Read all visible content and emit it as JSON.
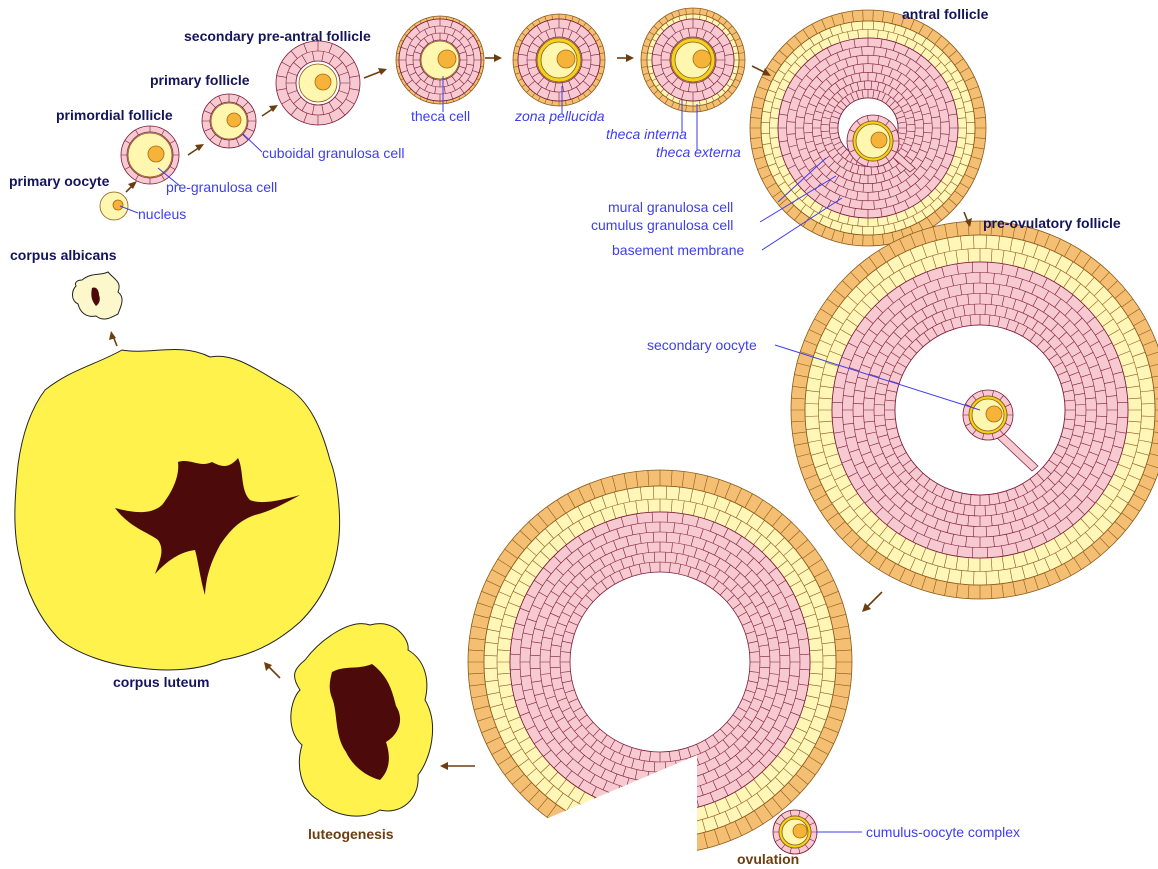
{
  "stages": {
    "primary_oocyte": "primary oocyte",
    "primordial_follicle": "primordial follicle",
    "primary_follicle": "primary follicle",
    "secondary_preantral": "secondary pre-antral follicle",
    "antral_follicle": "antral follicle",
    "preovulatory_follicle": "pre-ovulatory follicle",
    "ovulation": "ovulation",
    "luteogenesis": "luteogenesis",
    "corpus_luteum": "corpus luteum",
    "corpus_albicans": "corpus albicans"
  },
  "labels": {
    "nucleus": "nucleus",
    "pre_granulosa": "pre-granulosa cell",
    "cuboidal_granulosa": "cuboidal granulosa cell",
    "theca_cell": "theca cell",
    "zona_pellucida": "zona pellucida",
    "theca_interna": "theca interna",
    "theca_externa": "theca externa",
    "mural_granulosa": "mural granulosa cell",
    "cumulus_granulosa": "cumulus granulosa cell",
    "basement_membrane": "basement membrane",
    "secondary_oocyte": "secondary oocyte",
    "cumulus_oocyte_complex": "cumulus-oocyte complex"
  },
  "colors": {
    "granulosa_fill": "#f7c9d0",
    "granulosa_line": "#7a1a3a",
    "theca_interna_fill": "#fff6b8",
    "theca_externa_fill": "#f5bf73",
    "theca_line": "#8a5a1a",
    "oocyte_fill": "#fff7b0",
    "nucleus_fill": "#f5b33a",
    "zona_fill": "#f5d21a",
    "corpus_fill": "#fff24d",
    "corpus_center": "#4d0a0a",
    "albicans_fill": "#fdf7cc",
    "label_blue": "#3d3df2",
    "stage_navy": "#14145c",
    "stage_brown": "#6b3e12",
    "arrow_brown": "#6b3e12"
  }
}
